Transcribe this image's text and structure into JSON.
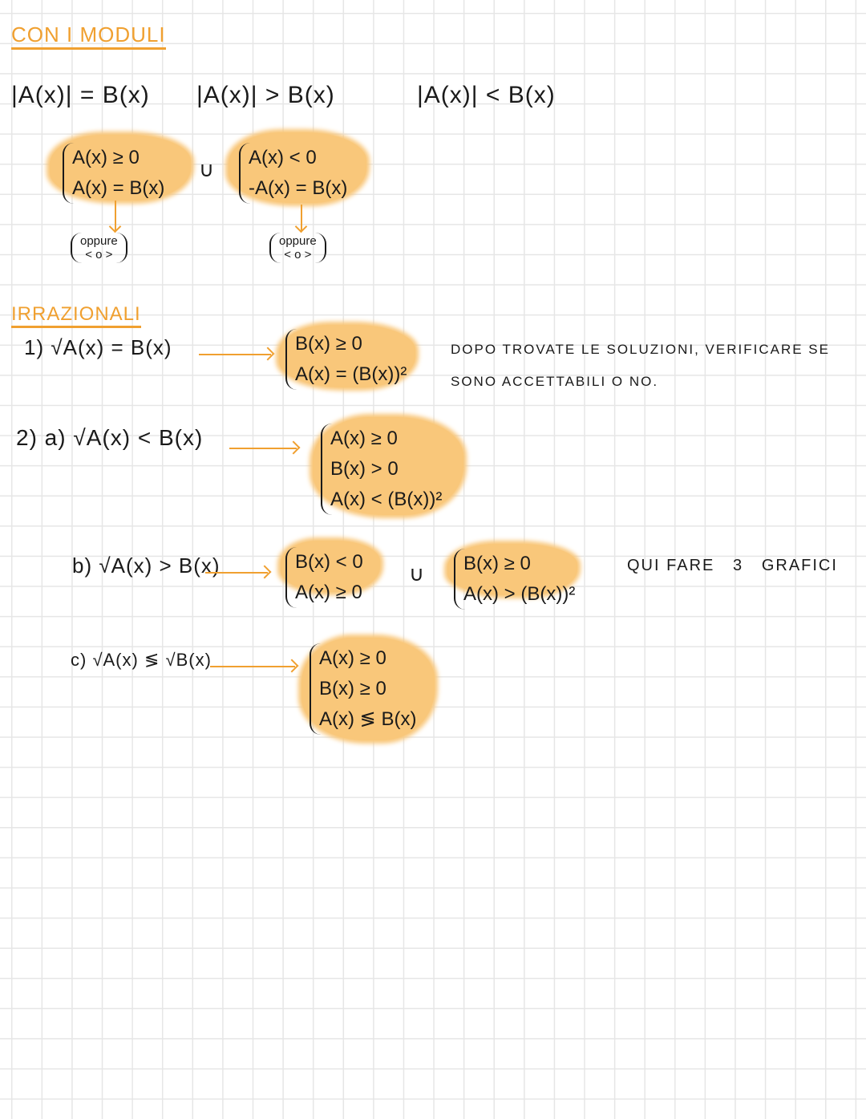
{
  "moduli": {
    "title": "CON I MODULI",
    "eq1": "|A(x)| = B(x)",
    "eq2": "|A(x)| > B(x)",
    "eq3": "|A(x)| < B(x)",
    "sys1": [
      "A(x) ≥ 0",
      "A(x) = B(x)"
    ],
    "union": "∪",
    "sys2": [
      "A(x) < 0",
      "-A(x) = B(x)"
    ],
    "oppure1": [
      "oppure",
      "< o >"
    ],
    "oppure2": [
      "oppure",
      "< o >"
    ]
  },
  "irrazionali": {
    "title": "IRRAZIONALI",
    "c1": {
      "label": "1) √A(x) = B(x)",
      "sys": [
        "B(x) ≥ 0",
        "A(x) = (B(x))²"
      ],
      "note": [
        "DOPO TROVATE LE SOLUZIONI, VERIFICARE SE",
        "SONO ACCETTABILI O NO."
      ]
    },
    "c2a": {
      "label": "2)  a) √A(x) < B(x)",
      "sys": [
        "A(x) ≥ 0",
        "B(x) > 0",
        "A(x) < (B(x))²"
      ]
    },
    "c2b": {
      "label": "b) √A(x) > B(x)",
      "sys1": [
        "B(x) < 0",
        "A(x) ≥ 0"
      ],
      "union": "∪",
      "sys2": [
        "B(x) ≥ 0",
        "A(x) > (B(x))²"
      ],
      "note": "QUI FARE   3   GRAFICI"
    },
    "c2c": {
      "label": "c) √A(x) ≶ √B(x)",
      "sys": [
        "A(x) ≥ 0",
        "B(x) ≥ 0",
        "A(x) ≶ B(x)"
      ]
    }
  }
}
